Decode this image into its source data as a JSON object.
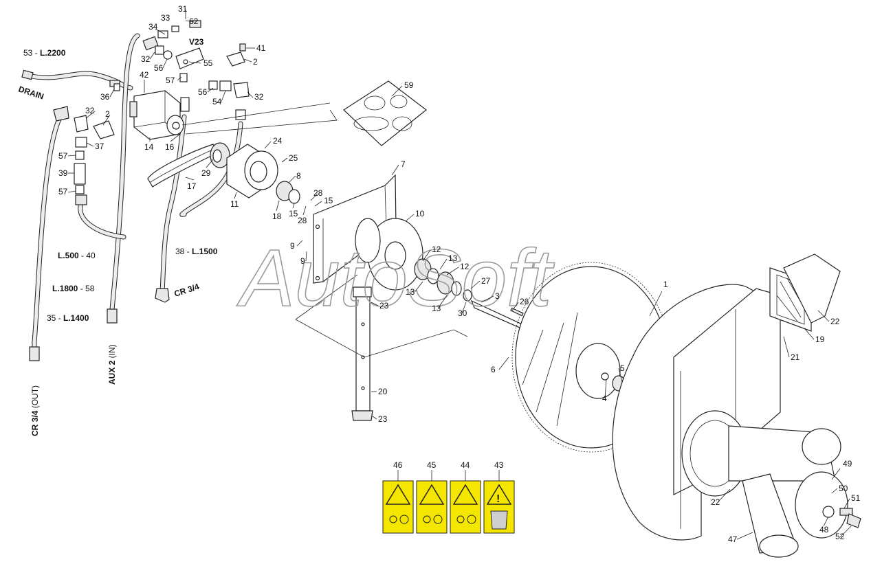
{
  "watermark": "AutoSoft",
  "version_tag": "V23",
  "hose_labels": {
    "drain_ref": "53 - ",
    "drain_len": "L.2200",
    "drain": "DRAIN",
    "h40_len": "L.500",
    "h40_ref": " - 40",
    "h58_len": "L.1800",
    "h58_ref": " - 58",
    "h35_ref": "35 - ",
    "h35_len": "L.1400",
    "h38_ref": "38 - ",
    "h38_len": "L.1500",
    "cr34_bottom": "CR 3/4",
    "cr34_out_a": "CR 3/4",
    "cr34_out_b": " (OUT)",
    "aux2_a": "AUX 2",
    "aux2_b": " (IN)"
  },
  "callouts": [
    "31",
    "33",
    "62",
    "34",
    "32",
    "56",
    "55",
    "41",
    "2",
    "42",
    "36",
    "57",
    "56",
    "54",
    "32",
    "59",
    "32",
    "2",
    "37",
    "57",
    "39",
    "57",
    "14",
    "16",
    "24",
    "25",
    "29",
    "17",
    "11",
    "8",
    "18",
    "15",
    "28",
    "28",
    "15",
    "7",
    "10",
    "9",
    "9",
    "12",
    "13",
    "12",
    "13",
    "13",
    "27",
    "30",
    "3",
    "26",
    "23",
    "1",
    "22",
    "19",
    "21",
    "5",
    "4",
    "6",
    "20",
    "23",
    "22",
    "49",
    "50",
    "51",
    "48",
    "52",
    "47",
    "46",
    "45",
    "44",
    "43"
  ],
  "warning_labels": [
    "46",
    "45",
    "44",
    "43"
  ],
  "colors": {
    "label_yellow": "#f5e600",
    "line": "#222222"
  }
}
